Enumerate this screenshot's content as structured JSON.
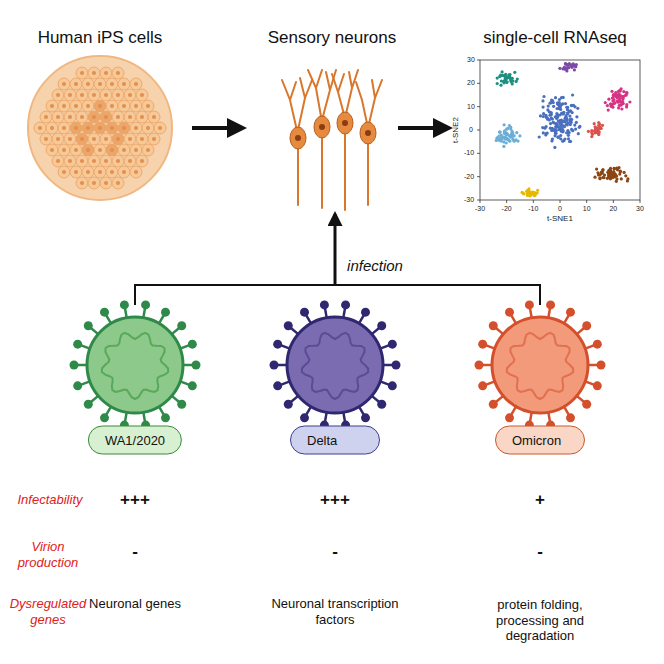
{
  "diagram": {
    "nodes": [
      {
        "text": [
          "WA1/2020"
        ]
      },
      {
        "text": [
          "Delta"
        ]
      },
      {
        "text": [
          "Omicron"
        ]
      }
    ],
    "labels": [
      "Human iPS cells",
      "Sensory neurons",
      "single-cell RNAseq",
      "30",
      "20",
      "10",
      "0",
      "-10",
      "-20",
      "-30",
      "t-SNE2",
      "-30",
      "-20",
      "-10",
      "0",
      "10",
      "20",
      "30",
      "t-SNE1",
      "infection",
      "Infectability",
      "+++",
      "+++",
      "+",
      "Virion production",
      "-",
      "-",
      "-",
      "Dysregulated genes",
      "Neuronal genes",
      "Neuronal transcription factors",
      "protein folding, processing and degradation"
    ]
  }
}
